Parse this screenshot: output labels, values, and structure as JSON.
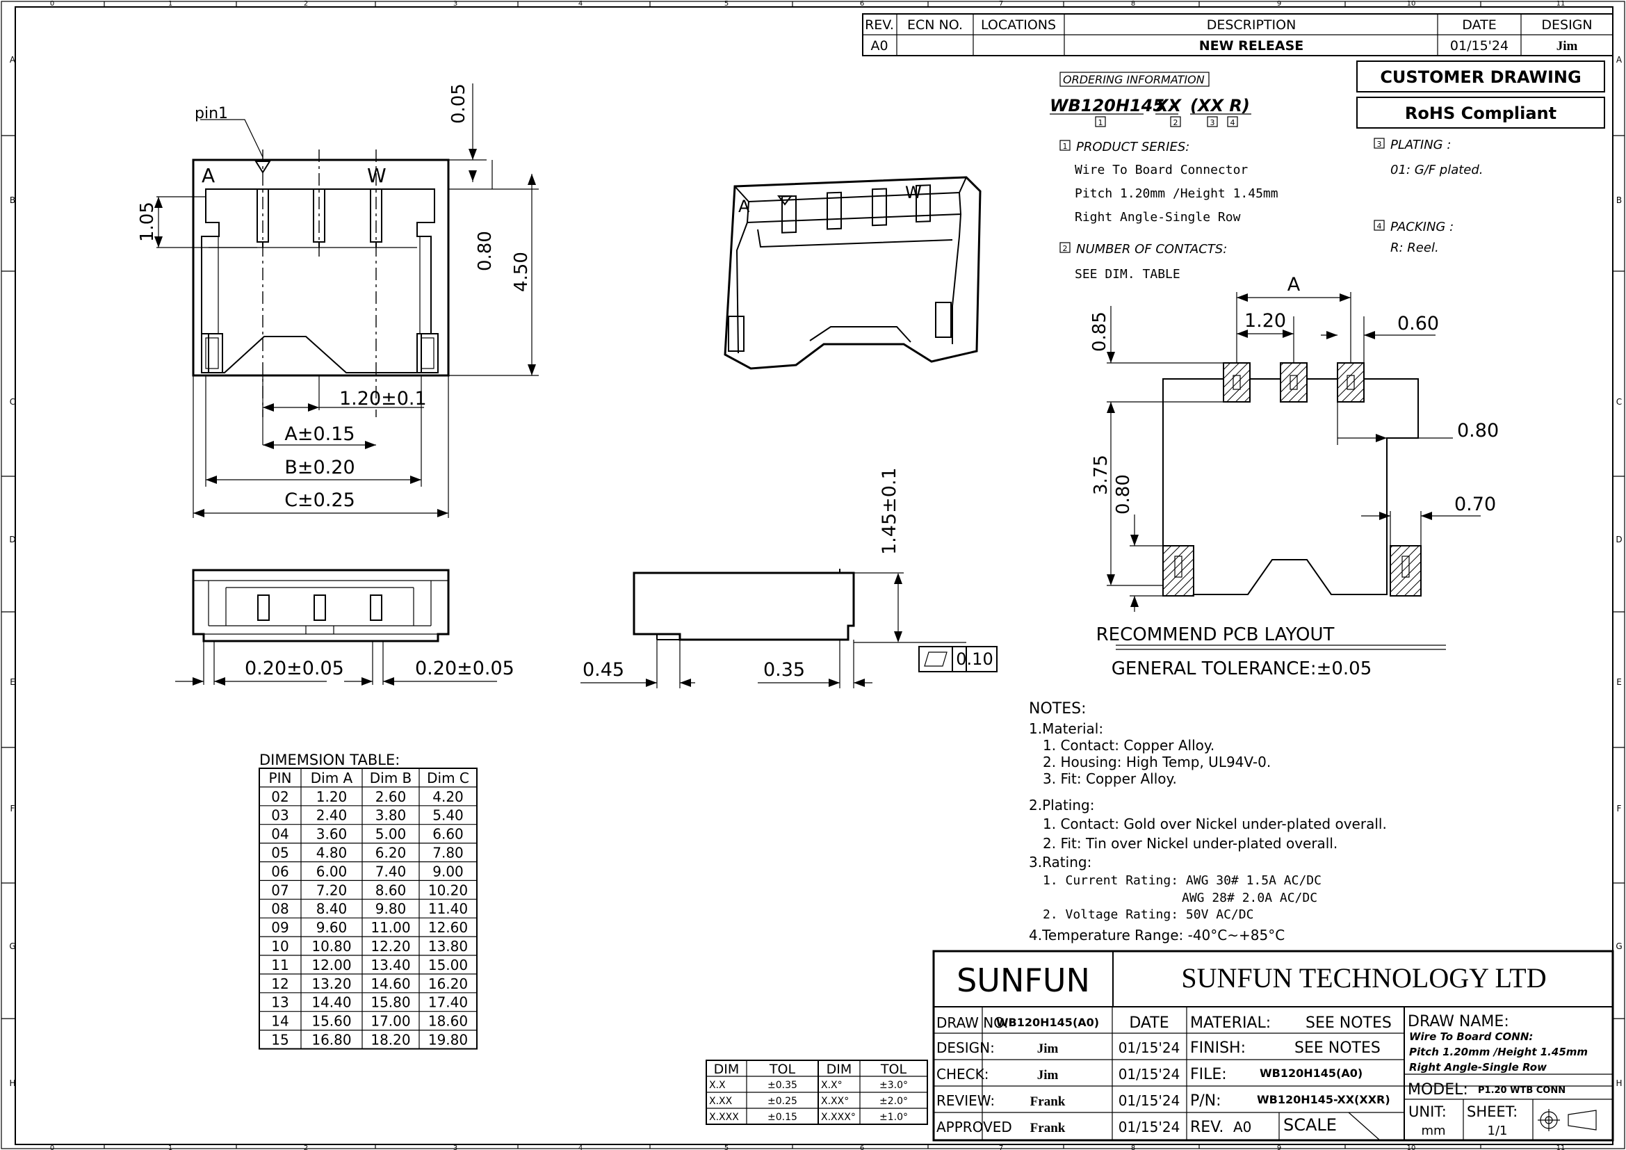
{
  "border": {
    "cols": [
      "0",
      "1",
      "2",
      "3",
      "4",
      "5",
      "6",
      "7",
      "8",
      "9",
      "10",
      "11"
    ],
    "rows": [
      "A",
      "B",
      "C",
      "D",
      "E",
      "F",
      "G",
      "H"
    ]
  },
  "revision": {
    "headers": {
      "rev": "REV.",
      "ecn": "ECN NO.",
      "loc": "LOCATIONS",
      "desc": "DESCRIPTION",
      "date": "DATE",
      "design": "DESIGN"
    },
    "rev": "A0",
    "ecn": "",
    "locations": "",
    "description": "NEW RELEASE",
    "date": "01/15'24",
    "design": "Jim"
  },
  "badges": {
    "customer": "CUSTOMER DRAWING",
    "rohs": "RoHS Compliant"
  },
  "ordering": {
    "title": "ORDERING INFORMATION",
    "part": "WB120H145 -",
    "xx": "XX",
    "suffix": "(XX R)",
    "idx1": "1",
    "idx2": "2",
    "idx3": "3",
    "idx4": "4",
    "series_title": "PRODUCT SERIES:",
    "series_lines": [
      "Wire To Board Connector",
      "Pitch 1.20mm /Height 1.45mm",
      "Right Angle-Single Row"
    ],
    "contacts_title": "NUMBER OF CONTACTS:",
    "contacts_line": "SEE DIM. TABLE",
    "plating_title": "PLATING :",
    "plating_line": "01: G/F plated.",
    "packing_title": "PACKING :",
    "packing_line": "R: Reel."
  },
  "front_view": {
    "pin1": "pin1",
    "mark_a": "A",
    "mark_w": "W",
    "d_005": "0.05",
    "d_105": "1.05",
    "d_080": "0.80",
    "d_450": "4.50",
    "d_pitch": "1.20±0.1",
    "d_a": "A±0.15",
    "d_b": "B±0.20",
    "d_c": "C±0.25"
  },
  "bottom_view": {
    "d_left": "0.20±0.05",
    "d_right": "0.20±0.05"
  },
  "iso_view": {
    "mark_a": "A",
    "mark_w": "W"
  },
  "side_view": {
    "d_height": "1.45±0.1",
    "d_045": "0.45",
    "d_035": "0.35",
    "flatness": "0.10"
  },
  "pcb": {
    "d_a": "A",
    "d_120": "1.20",
    "d_060": "0.60",
    "d_085": "0.85",
    "d_080r": "0.80",
    "d_375": "3.75",
    "d_080v": "0.80",
    "d_070": "0.70",
    "title": "RECOMMEND PCB LAYOUT",
    "tolerance": "GENERAL TOLERANCE:±0.05"
  },
  "notes": {
    "title": "NOTES:",
    "lines": [
      "1.Material:",
      "1. Contact:   Copper Alloy.",
      "2. Housing:   High Temp, UL94V-0.",
      "3. Fit:   Copper Alloy.",
      "2.Plating:",
      "1. Contact: Gold over Nickel under-plated overall.",
      "2. Fit: Tin over Nickel under-plated overall.",
      "3.Rating:",
      "1. Current Rating: AWG 30# 1.5A AC/DC",
      "AWG 28# 2.0A AC/DC",
      "2. Voltage Rating: 50V AC/DC",
      "4.Temperature Range: -40°C~+85°C"
    ]
  },
  "dim_table": {
    "title": "DIMEMSION TABLE:",
    "headers": [
      "PIN",
      "Dim A",
      "Dim B",
      "Dim C"
    ],
    "rows": [
      [
        "02",
        "1.20",
        "2.60",
        "4.20"
      ],
      [
        "03",
        "2.40",
        "3.80",
        "5.40"
      ],
      [
        "04",
        "3.60",
        "5.00",
        "6.60"
      ],
      [
        "05",
        "4.80",
        "6.20",
        "7.80"
      ],
      [
        "06",
        "6.00",
        "7.40",
        "9.00"
      ],
      [
        "07",
        "7.20",
        "8.60",
        "10.20"
      ],
      [
        "08",
        "8.40",
        "9.80",
        "11.40"
      ],
      [
        "09",
        "9.60",
        "11.00",
        "12.60"
      ],
      [
        "10",
        "10.80",
        "12.20",
        "13.80"
      ],
      [
        "11",
        "12.00",
        "13.40",
        "15.00"
      ],
      [
        "12",
        "13.20",
        "14.60",
        "16.20"
      ],
      [
        "13",
        "14.40",
        "15.80",
        "17.40"
      ],
      [
        "14",
        "15.60",
        "17.00",
        "18.60"
      ],
      [
        "15",
        "16.80",
        "18.20",
        "19.80"
      ]
    ]
  },
  "tol_table": {
    "headers": [
      "DIM",
      "TOL",
      "DIM",
      "TOL"
    ],
    "rows": [
      [
        "X.X",
        "±0.35",
        "X.X°",
        "±3.0°"
      ],
      [
        "X.XX",
        "±0.25",
        "X.XX°",
        "±2.0°"
      ],
      [
        "X.XXX",
        "±0.15",
        "X.XXX°",
        "±1.0°"
      ]
    ]
  },
  "title_block": {
    "logo": "SUNFUN",
    "company": "SUNFUN TECHNOLOGY LTD",
    "draw_no_label": "DRAW NO.",
    "draw_no": "WB120H145(A0)",
    "date_label": "DATE",
    "material_label": "MATERIAL:",
    "material": "SEE NOTES",
    "finish_label": "FINISH:",
    "finish": "SEE NOTES",
    "file_label": "FILE:",
    "file": "WB120H145(A0)",
    "pn_label": "P/N:",
    "pn": "WB120H145-XX(XXR)",
    "rev_label": "REV.",
    "rev": "A0",
    "scale_label": "SCALE",
    "draw_name_label": "DRAW NAME:",
    "draw_name": [
      "Wire To Board CONN:",
      "Pitch 1.20mm /Height 1.45mm",
      "Right Angle-Single Row"
    ],
    "model_label": "MODEL:",
    "model": "P1.20 WTB CONN",
    "unit_label": "UNIT:",
    "unit": "mm",
    "sheet_label": "SHEET:",
    "sheet": "1/1",
    "signoffs": [
      {
        "label": "DESIGN:",
        "name": "Jim",
        "date": "01/15'24"
      },
      {
        "label": "CHECK:",
        "name": "Jim",
        "date": "01/15'24"
      },
      {
        "label": "REVIEW:",
        "name": "Frank",
        "date": "01/15'24"
      },
      {
        "label": "APPROVED",
        "name": "Frank",
        "date": "01/15'24"
      }
    ]
  }
}
